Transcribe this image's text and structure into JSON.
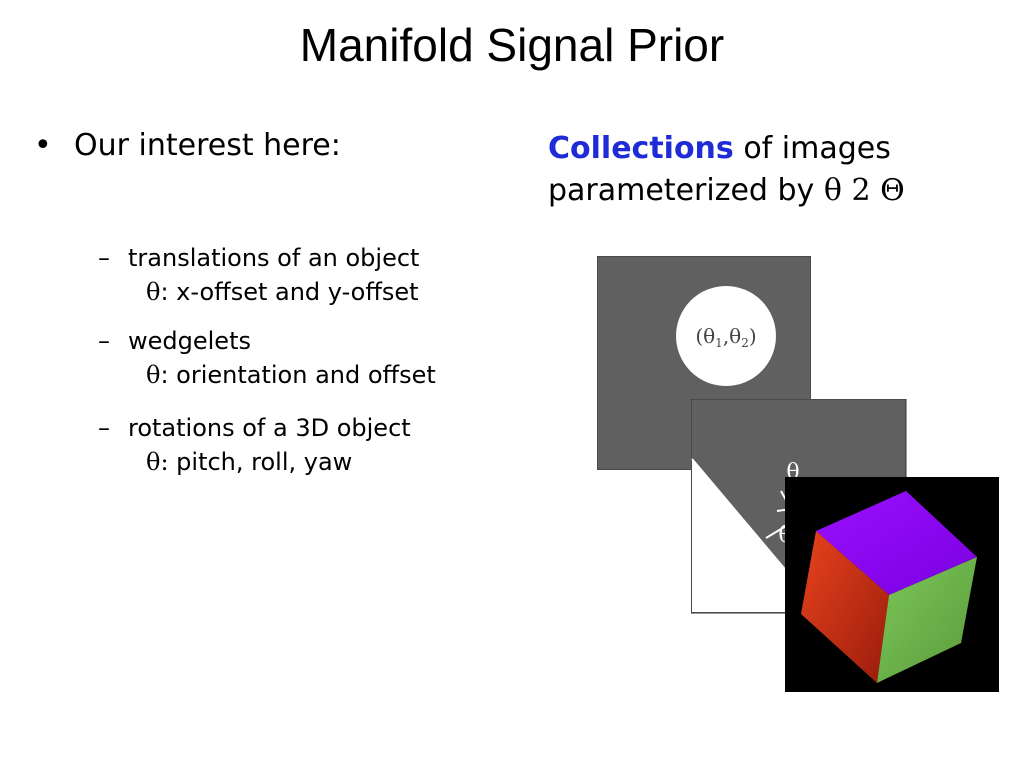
{
  "slide": {
    "title": "Manifold Signal Prior",
    "bullet": {
      "marker": "•",
      "text": "Our interest here:"
    },
    "right_heading": {
      "highlight": "Collections",
      "rest_line1": " of images",
      "line2_text": "parameterized by ",
      "line2_math": "θ 2 Θ"
    },
    "sub_items": [
      {
        "dash": "–",
        "label": "translations of an object",
        "param": "θ",
        "detail": ": x-offset and y-offset"
      },
      {
        "dash": "–",
        "label": "wedgelets",
        "param": "θ",
        "detail": ": orientation and offset"
      },
      {
        "dash": "–",
        "label": "rotations of a 3D object",
        "param": "θ:",
        "detail": " pitch, roll, yaw"
      }
    ],
    "figures": {
      "translation_label": "(θ1,θ2)",
      "translation_label_parts": [
        "(θ",
        "1",
        ",θ",
        "2",
        ")"
      ],
      "wedgelet_label_top": "θ",
      "wedgelet_label_mid": "θ"
    },
    "colors": {
      "accent": "#1f2bd6",
      "panel_gray": "#606060",
      "cube_top": "#8a00ff",
      "cube_left": "#e03a1a",
      "cube_right": "#6fb04a"
    }
  }
}
